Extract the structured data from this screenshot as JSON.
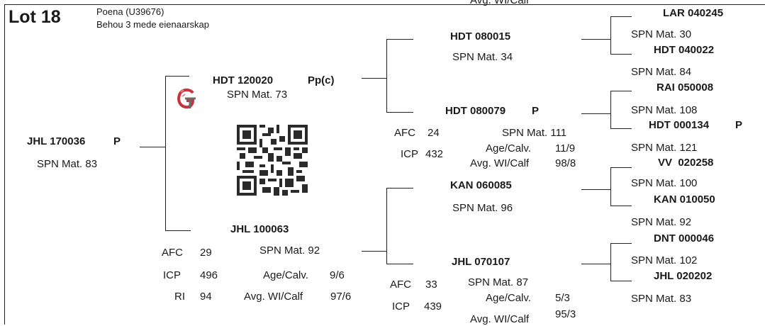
{
  "header": {
    "cut_top_text": "Avg. WI/Calf",
    "lot_label": "Lot 18",
    "name_line": "Poena (U39676)",
    "ownership_line": "Behou 3 mede eienaarskap"
  },
  "subject": {
    "id": "JHL 170036",
    "flag": "P",
    "spn": "SPN Mat. 83"
  },
  "sire": {
    "id": "HDT 120020",
    "flag": "Pp(c)",
    "spn": "SPN Mat. 73"
  },
  "dam": {
    "id": "JHL 100063",
    "spn": "SPN Mat. 92",
    "afc_label": "AFC",
    "afc": "29",
    "icp_label": "ICP",
    "icp": "496",
    "ri_label": "RI",
    "ri": "94",
    "age_label": "Age/Calv.",
    "age": "9/6",
    "wi_label": "Avg. WI/Calf",
    "wi": "97/6"
  },
  "sire_sire": {
    "id": "HDT 080015",
    "spn": "SPN Mat. 34"
  },
  "sire_dam": {
    "id": "HDT 080079",
    "flag": "P",
    "spn": "SPN Mat. 111",
    "afc_label": "AFC",
    "afc": "24",
    "icp_label": "ICP",
    "icp": "432",
    "age_label": "Age/Calv.",
    "age": "11/9",
    "wi_label": "Avg. WI/Calf",
    "wi": "98/8"
  },
  "dam_sire": {
    "id": "KAN 060085",
    "spn": "SPN Mat. 96"
  },
  "dam_dam": {
    "id": "JHL 070107",
    "spn": "SPN Mat. 87",
    "afc_label": "AFC",
    "afc": "33",
    "icp_label": "ICP",
    "icp": "439",
    "age_label": "Age/Calv.",
    "age": "5/3",
    "wi_label": "Avg. WI/Calf",
    "wi": "95/3"
  },
  "gen3": [
    {
      "id": "LAR 040245",
      "flag": "",
      "spn": "SPN Mat. 30"
    },
    {
      "id": "HDT 040022",
      "flag": "",
      "spn": "SPN Mat. 84"
    },
    {
      "id": "RAI 050008",
      "flag": "",
      "spn": "SPN Mat. 108"
    },
    {
      "id": "HDT 000134",
      "flag": "P",
      "spn": "SPN Mat. 121"
    },
    {
      "id": "VV  020258",
      "flag": "",
      "spn": "SPN Mat. 100"
    },
    {
      "id": "KAN 010050",
      "flag": "",
      "spn": "SPN Mat. 92"
    },
    {
      "id": "DNT 000046",
      "flag": "",
      "spn": "SPN Mat. 102"
    },
    {
      "id": "JHL 020202",
      "flag": "",
      "spn": "SPN Mat. 83"
    }
  ],
  "icons": {
    "logo": "breed-society-logo",
    "qr": "qr-code"
  },
  "colors": {
    "logo_red": "#c8323a",
    "ink": "#1a1a1a"
  }
}
